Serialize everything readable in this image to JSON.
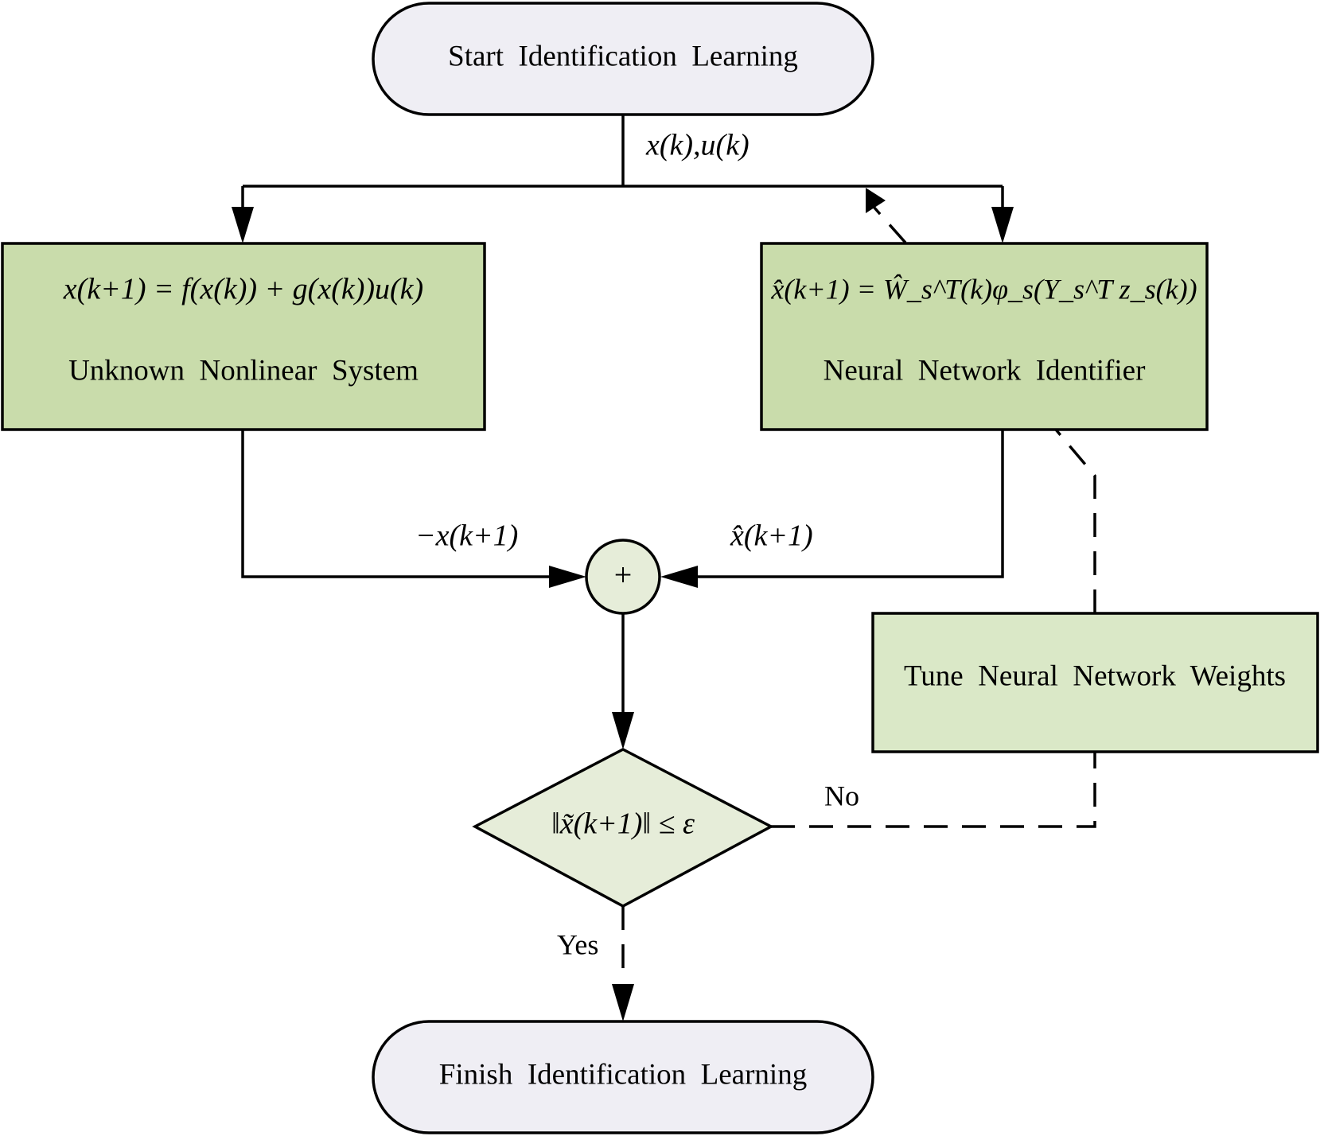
{
  "colors": {
    "terminal_fill": "#efeef4",
    "process_fill": "#c9dcab",
    "tune_fill": "#dae8c7",
    "decision_fill": "#e6edd9",
    "stroke": "#000000"
  },
  "nodes": {
    "start": {
      "label": "Start  Identification  Learning"
    },
    "finish": {
      "label": "Finish  Identification  Learning"
    },
    "system": {
      "equation": "x(k+1) = f(x(k)) + g(x(k))u(k)",
      "label": "Unknown  Nonlinear  System"
    },
    "identifier": {
      "equation": "x̂(k+1) = Ŵ_s^T(k)φ_s(Y_s^T z_s(k))",
      "label": "Neural  Network  Identifier"
    },
    "tune": {
      "label": "Tune  Neural  Network  Weights"
    },
    "sum": {
      "symbol": "+"
    },
    "decision": {
      "condition": "‖x̃(k+1)‖ ≤ ε"
    }
  },
  "edges": {
    "input_label": "x(k),u(k)",
    "neg_state_label": "−x(k+1)",
    "est_state_label": "x̂(k+1)",
    "no_label": "No",
    "yes_label": "Yes"
  }
}
